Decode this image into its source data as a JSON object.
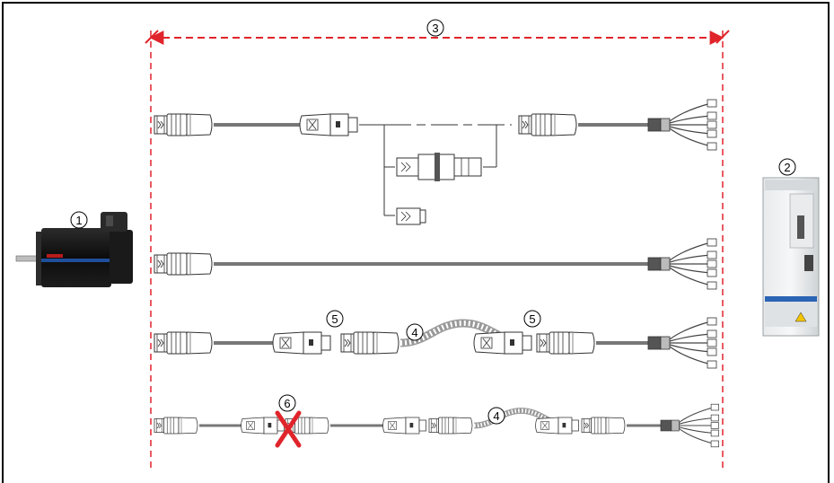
{
  "callouts": {
    "motor": "1",
    "drive": "2",
    "length": "3",
    "flex_cable": "4",
    "coupling": "5",
    "not_allowed": "6"
  },
  "colors": {
    "dimension_line": "#e0242b",
    "forbidden_mark": "#e0242b",
    "cable": "#777777",
    "connector_outline": "#333333"
  },
  "icons": {
    "motor": "servo-motor-icon",
    "drive": "drive-controller-icon",
    "forbidden": "red-x-icon"
  }
}
